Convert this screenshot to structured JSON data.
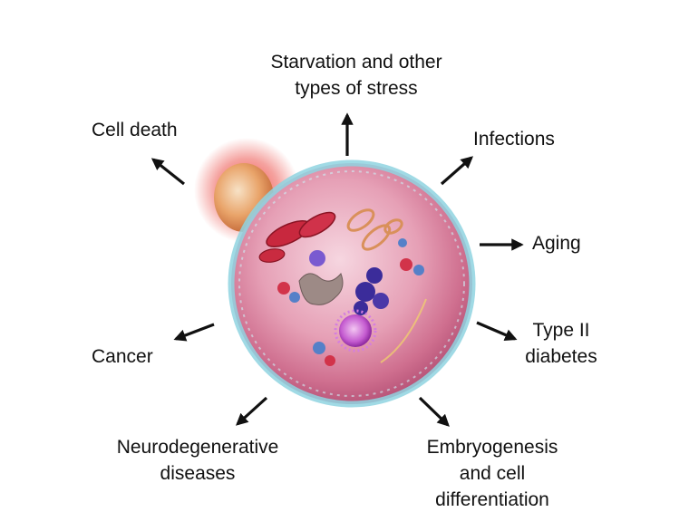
{
  "labels": {
    "starvation": [
      "Starvation and other",
      "types of stress"
    ],
    "cell_death": [
      "Cell death"
    ],
    "infections": [
      "Infections"
    ],
    "aging": [
      "Aging"
    ],
    "type2_diabetes": [
      "Type II",
      "diabetes"
    ],
    "cancer": [
      "Cancer"
    ],
    "neurodegenerative": [
      "Neurodegenerative",
      "diseases"
    ],
    "embryogenesis": [
      "Embryogenesis",
      "and cell",
      "differentiation"
    ]
  },
  "colors": {
    "arrow": "#111111",
    "membrane": "#8fd3e0",
    "cytoplasm": "#e7a3b8",
    "glow": "#e0302a",
    "vesicle": "#e8a060"
  }
}
